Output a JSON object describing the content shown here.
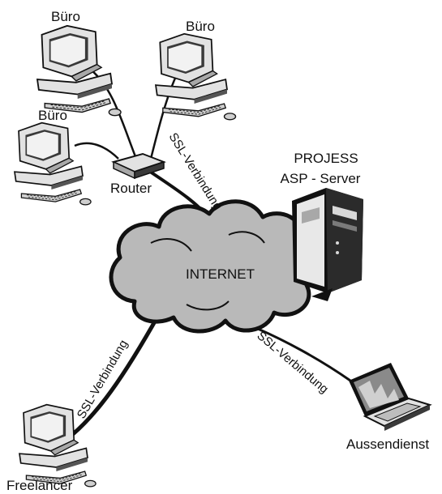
{
  "nodes": {
    "office_top_left": "Büro",
    "office_top_right": "Büro",
    "office_mid_left": "Büro",
    "router": "Router",
    "server_line1": "PROJESS",
    "server_line2": "ASP - Server",
    "internet": "INTERNET",
    "field_service": "Aussendienst",
    "freelancer": "Freelancer"
  },
  "links": {
    "router_internet": "SSL-Verbindung",
    "freelancer_internet": "SSL-Verbindung",
    "field_service_internet": "SSL-Verbindung"
  },
  "colors": {
    "cloud_fill": "#b9b9b9",
    "outline": "#111111",
    "device_light": "#e2e2e2",
    "device_mid": "#a8a8a8",
    "device_dark": "#3a3a3a"
  }
}
